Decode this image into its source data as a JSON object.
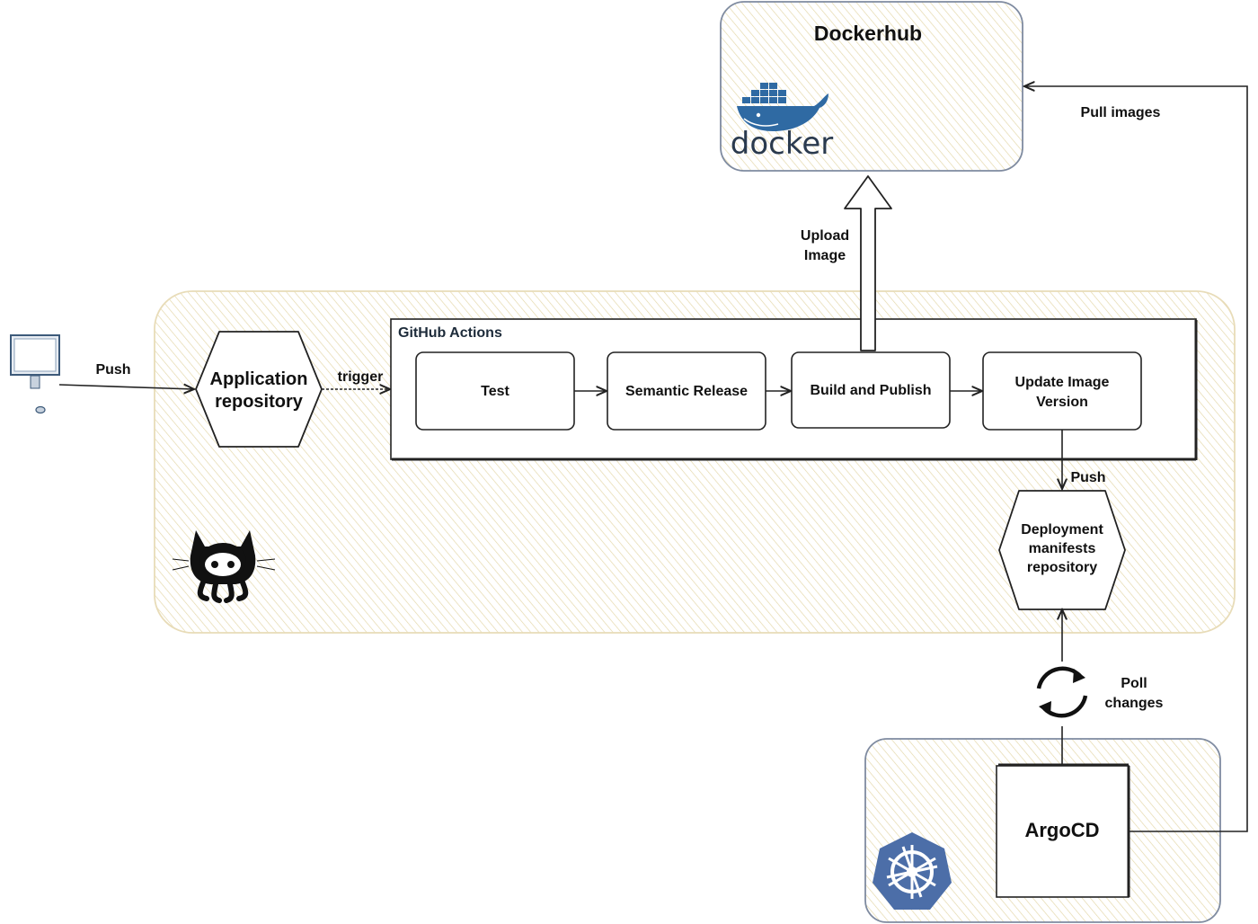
{
  "dockerhub": {
    "title": "Dockerhub",
    "logo_text": "docker"
  },
  "edges": {
    "push_left": "Push",
    "trigger": "trigger",
    "upload_line1": "Upload",
    "upload_line2": "Image",
    "pull_images": "Pull images",
    "push_right": "Push",
    "poll_line1": "Poll",
    "poll_line2": "changes"
  },
  "app_repo": {
    "line1": "Application",
    "line2": "repository"
  },
  "github_actions": {
    "title": "GitHub Actions",
    "steps": [
      "Test",
      "Semantic Release",
      "Build and Publish"
    ],
    "update_line1": "Update Image",
    "update_line2": "Version"
  },
  "deploy_repo": {
    "line1": "Deployment",
    "line2": "manifests",
    "line3": "repository"
  },
  "argocd": {
    "label": "ArgoCD"
  },
  "icons": {
    "computer": "computer-icon",
    "docker": "docker-whale-icon",
    "github": "github-octocat-icon",
    "sync": "sync-icon",
    "kubernetes": "kubernetes-helm-icon"
  },
  "colors": {
    "hatch": "#e3d6a6",
    "docker_blue": "#2f6aa3",
    "k8s_blue": "#4c6ea8",
    "stroke": "#222222"
  }
}
